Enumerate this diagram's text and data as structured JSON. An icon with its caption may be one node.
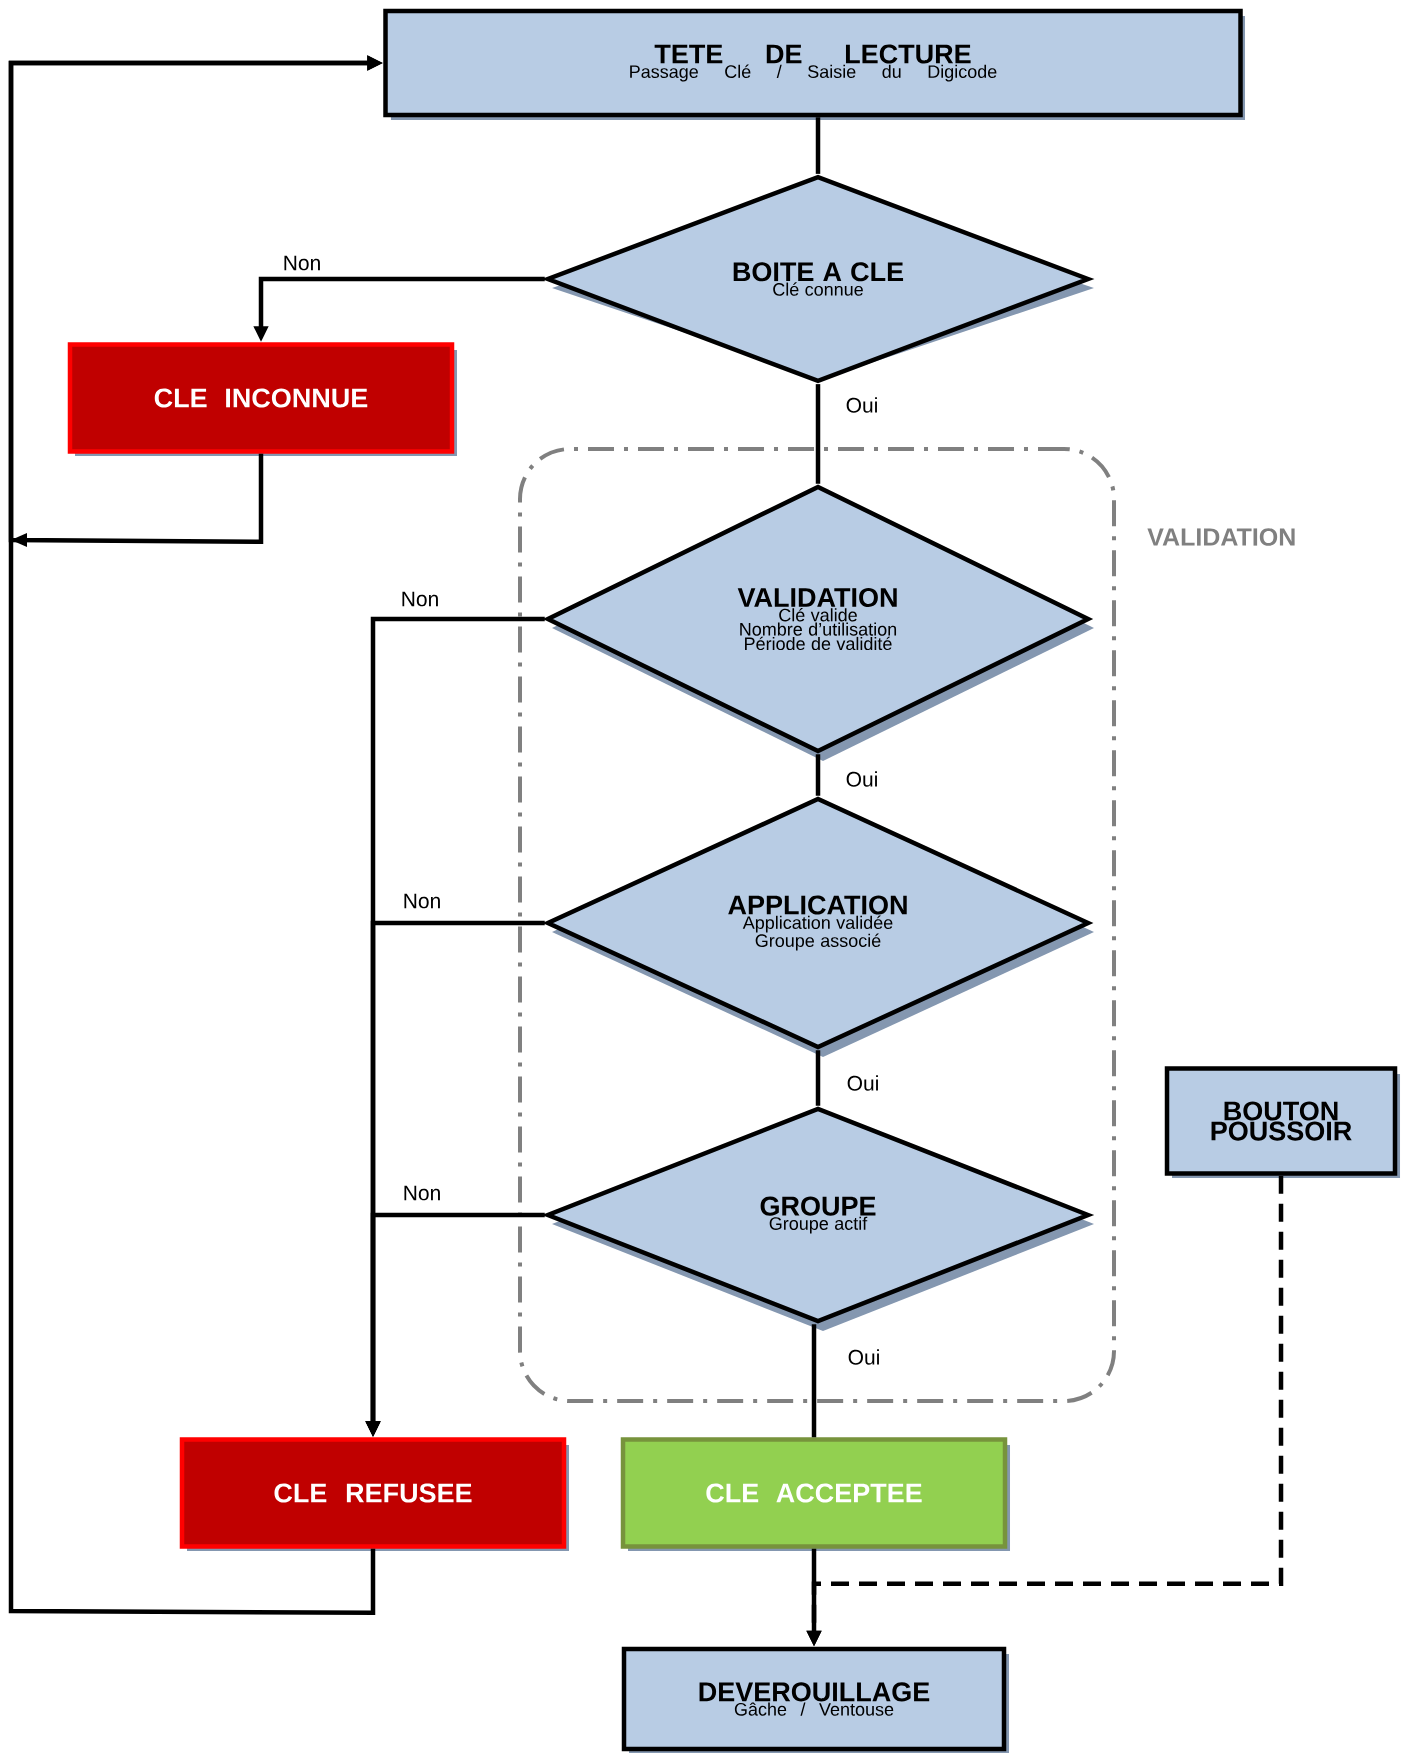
{
  "diagram": {
    "nodes": [
      {
        "text": [
          "TETE DE LECTURE",
          "Passage Clé / Saisie du Digicode"
        ]
      },
      {
        "text": [
          "BOITE A CLE",
          "Clé connue"
        ]
      },
      {
        "text": [
          "CLE INCONNUE"
        ]
      },
      {
        "text": [
          "VALIDATION"
        ]
      },
      {
        "text": [
          "VALIDATION",
          "Clé valide",
          "Nombre d’utilisation",
          "Période de validité"
        ],
        "in": 3
      },
      {
        "text": [
          "APPLICATION",
          "Application validée",
          "Groupe associé"
        ],
        "in": 3
      },
      {
        "text": [
          "GROUPE",
          "Groupe actif"
        ],
        "in": 3
      },
      {
        "text": [
          "BOUTON POUSSOIR"
        ]
      },
      {
        "text": [
          "CLE REFUSEE"
        ]
      },
      {
        "text": [
          "CLE ACCEPTEE"
        ]
      },
      {
        "text": [
          "DEVEROUILLAGE",
          "Gâche / Ventouse"
        ]
      }
    ],
    "edges": [
      {
        "from": 0,
        "to": 1,
        "arrow": "none"
      },
      {
        "from": 1,
        "to": 2,
        "arrow": "to",
        "label": "Non"
      },
      {
        "from": 1,
        "to": 4,
        "arrow": "none",
        "label": "Oui"
      },
      {
        "from": 4,
        "to": 5,
        "arrow": "none",
        "label": "Oui"
      },
      {
        "from": 5,
        "to": 6,
        "arrow": "none",
        "label": "Oui"
      },
      {
        "from": 6,
        "to": 9,
        "arrow": "none",
        "label": "Oui"
      },
      {
        "from": 4,
        "to": 8,
        "arrow": "to",
        "label": "Non"
      },
      {
        "from": 5,
        "to": 8,
        "arrow": "to",
        "label": "Non"
      },
      {
        "from": 6,
        "to": 8,
        "arrow": "to",
        "label": "Non"
      },
      {
        "from": 9,
        "to": 10,
        "arrow": "to"
      },
      {
        "from": 7,
        "to": 10,
        "arrow": "to",
        "style": "dashed"
      },
      {
        "from": 2,
        "to": 0,
        "arrow": "to"
      },
      {
        "from": 8,
        "to": 0,
        "arrow": "to"
      }
    ]
  }
}
